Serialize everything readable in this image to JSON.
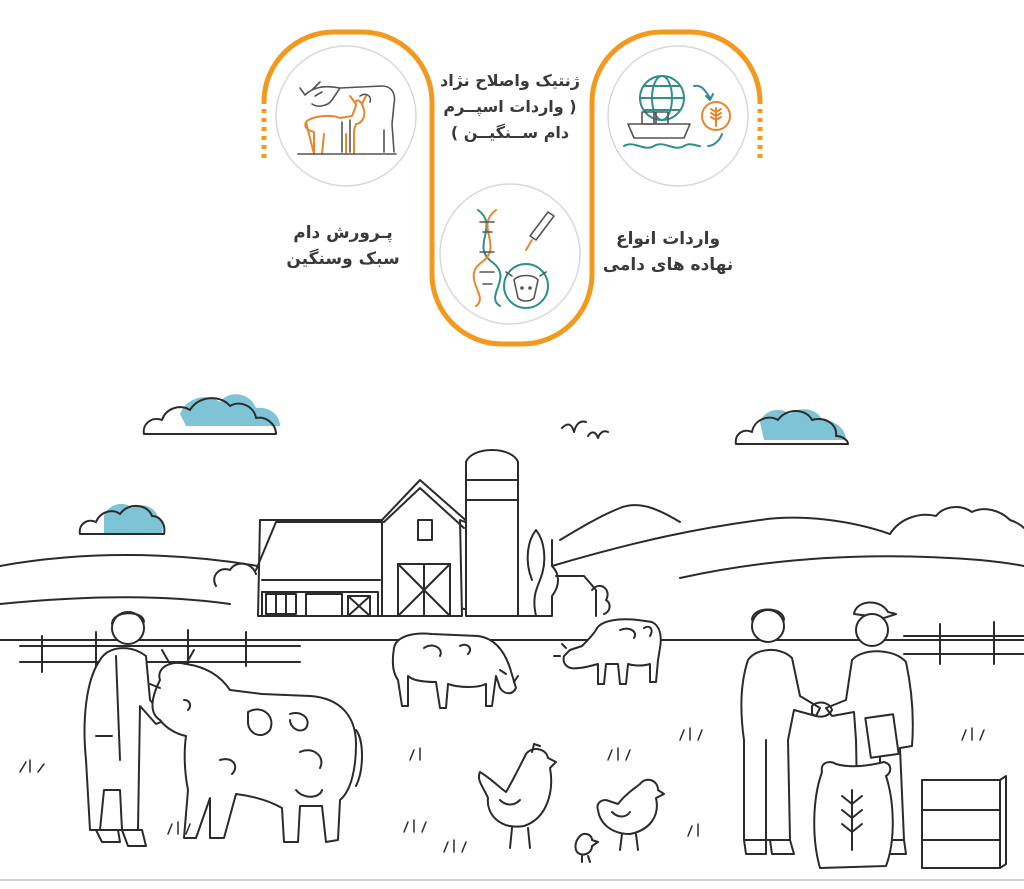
{
  "services": [
    {
      "id": "feeds",
      "lines": [
        "واردات انواع",
        "نهاده های دامی"
      ],
      "icon": "globe-ship-grain-icon"
    },
    {
      "id": "genetics",
      "lines": [
        "ژنتیک واصلاح نژاد",
        "( واردات اسپــرم",
        "دام ســنگیــن )"
      ],
      "icon": "dna-cow-icon"
    },
    {
      "id": "breeding",
      "lines": [
        "پـرورش دام",
        "سبک وسنگین"
      ],
      "icon": "cow-goat-icon"
    }
  ],
  "colors": {
    "accent_orange": "#f39a1e",
    "teal": "#2f8f8a",
    "sky_blue": "#7fc4d6",
    "line": "#2b2b2b",
    "label_text": "#3a3a3a"
  },
  "scene": {
    "elements": [
      "barn-icon",
      "silo-icon",
      "cow-icon",
      "chicken-icon",
      "veterinarian-icon",
      "farmers-handshake-icon",
      "grain-sack-icon",
      "crates-icon",
      "cloud-icon",
      "fence-icon",
      "birds-icon"
    ]
  }
}
